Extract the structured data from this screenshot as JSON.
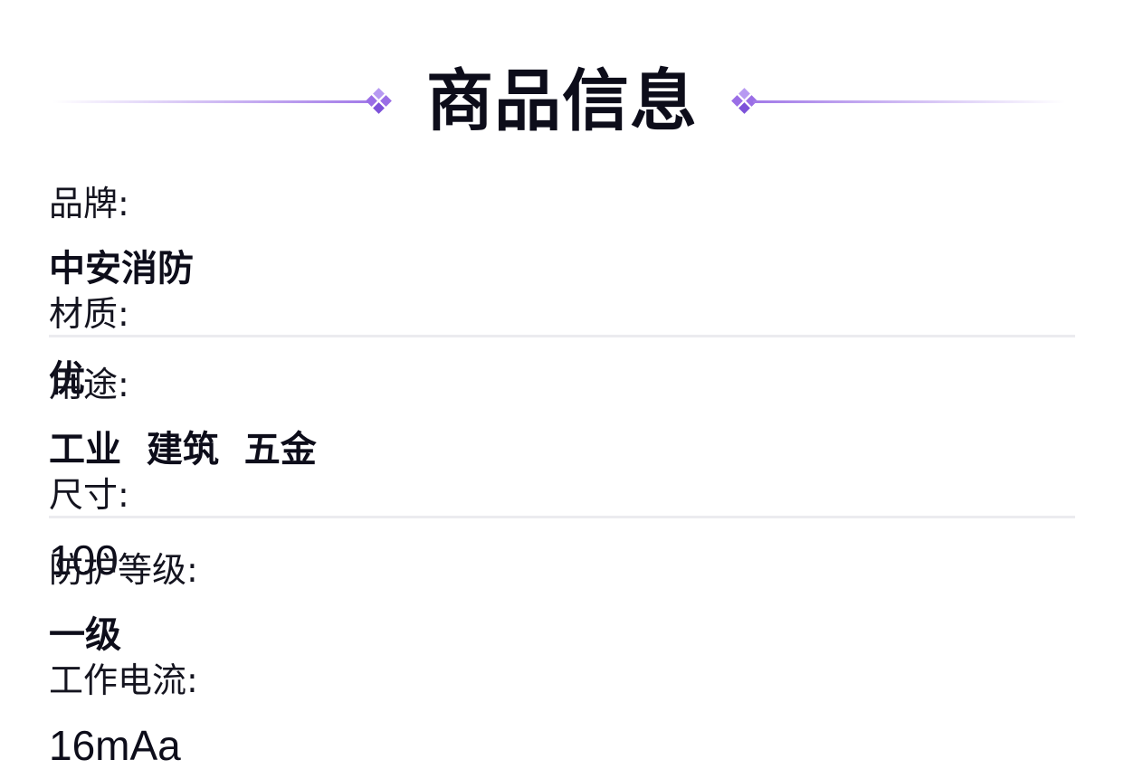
{
  "header": {
    "title": "商品信息",
    "accent_color": "#a27ae8"
  },
  "rows": [
    {
      "left": {
        "label": "品牌:",
        "value": "中安消防"
      },
      "right": {
        "label": "材质:",
        "value": "优"
      }
    },
    {
      "left": {
        "label": "用途:",
        "value": "工业  建筑  五金"
      },
      "right": {
        "label": "尺寸:",
        "value": "100"
      }
    },
    {
      "left": {
        "label": "防护等级:",
        "value": "一级"
      },
      "right": {
        "label": "工作电流:",
        "value": "16mAa"
      }
    }
  ]
}
